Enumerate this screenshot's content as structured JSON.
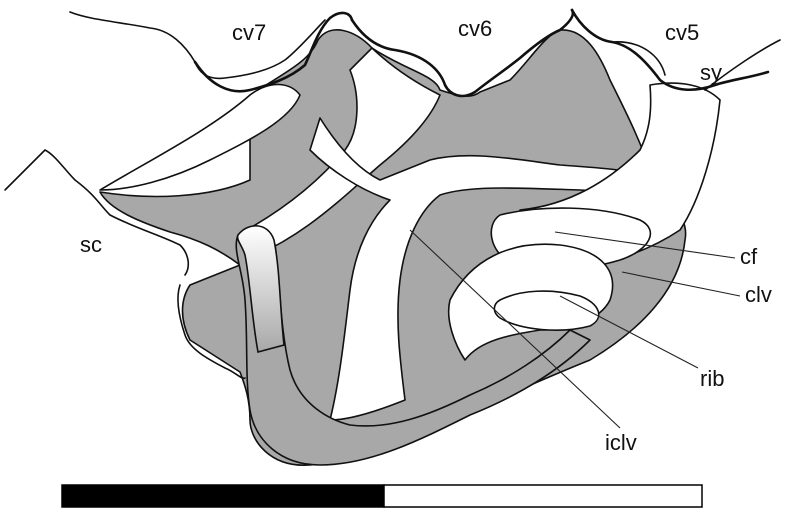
{
  "labels": {
    "cv7": "cv7",
    "cv6": "cv6",
    "cv5": "cv5",
    "sy": "sy",
    "sc": "sc",
    "cf": "cf",
    "clv": "clv",
    "rib": "rib",
    "iclv": "iclv"
  },
  "colors": {
    "fill": "#a8a8a8",
    "line": "#111111",
    "scale_bar_dark": "#000000",
    "scale_bar_light": "#ffffff"
  }
}
